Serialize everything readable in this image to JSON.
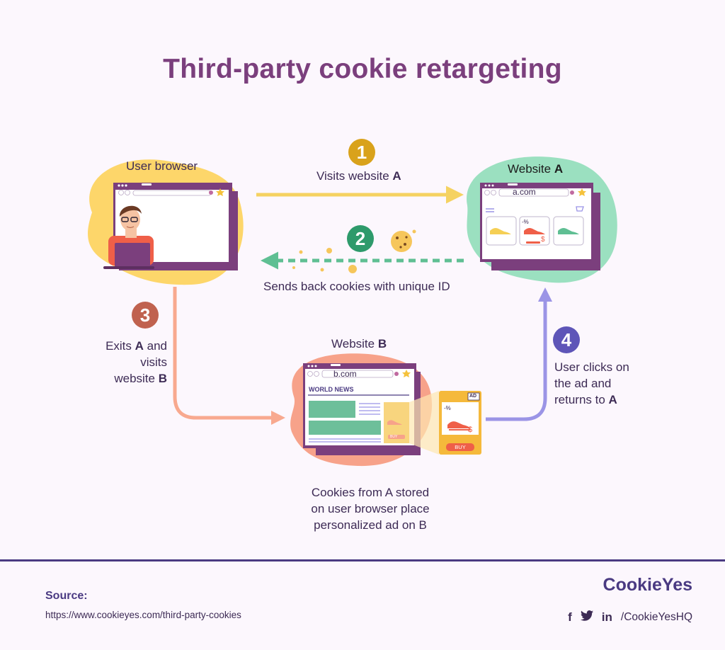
{
  "title": "Third-party cookie retargeting",
  "nodes": {
    "user_browser": {
      "label": "User browser"
    },
    "website_a": {
      "label_prefix": "Website ",
      "label_bold": "A",
      "url": "a.com",
      "discount": "-%",
      "price": "$"
    },
    "website_b": {
      "label_prefix": "Website ",
      "label_bold": "B",
      "url": "b.com",
      "headline": "WORLD NEWS",
      "buy": "BUY"
    },
    "ad": {
      "tag": "AD",
      "discount": "-%",
      "price": "$",
      "buy": "BUY"
    }
  },
  "steps": [
    {
      "number": "1",
      "color": "#d9a21b",
      "text_prefix": "Visits website ",
      "text_bold": "A"
    },
    {
      "number": "2",
      "color": "#2e9a6b",
      "text": "Sends back cookies with unique ID"
    },
    {
      "number": "3",
      "color": "#c0624f",
      "line1_prefix": "Exits ",
      "line1_bold": "A",
      "line1_suffix": " and",
      "line2": "visits",
      "line3_prefix": "website ",
      "line3_bold": "B"
    },
    {
      "number": "4",
      "color": "#5e55b8",
      "line1": "User clicks on",
      "line2": "the ad and",
      "line3_prefix": "returns to ",
      "line3_bold": "A"
    }
  ],
  "caption": {
    "line1": "Cookies from A stored",
    "line2": "on user browser place",
    "line3": "personalized ad on B"
  },
  "colors": {
    "arrow1": "#f5d261",
    "arrow2": "#5fbf93",
    "arrow3": "#f8a98f",
    "arrow4": "#9b94e6",
    "purple": "#7b3f7d",
    "blob_yellow": "#fdd66a",
    "blob_green": "#9be0c0",
    "blob_salmon": "#f7a28a"
  },
  "footer": {
    "source_label": "Source:",
    "source_url": "https://www.cookieyes.com/third-party-cookies",
    "brand": "CookieYes",
    "handle": "/CookieYesHQ",
    "icons": [
      "facebook-icon",
      "twitter-icon",
      "linkedin-icon"
    ]
  }
}
